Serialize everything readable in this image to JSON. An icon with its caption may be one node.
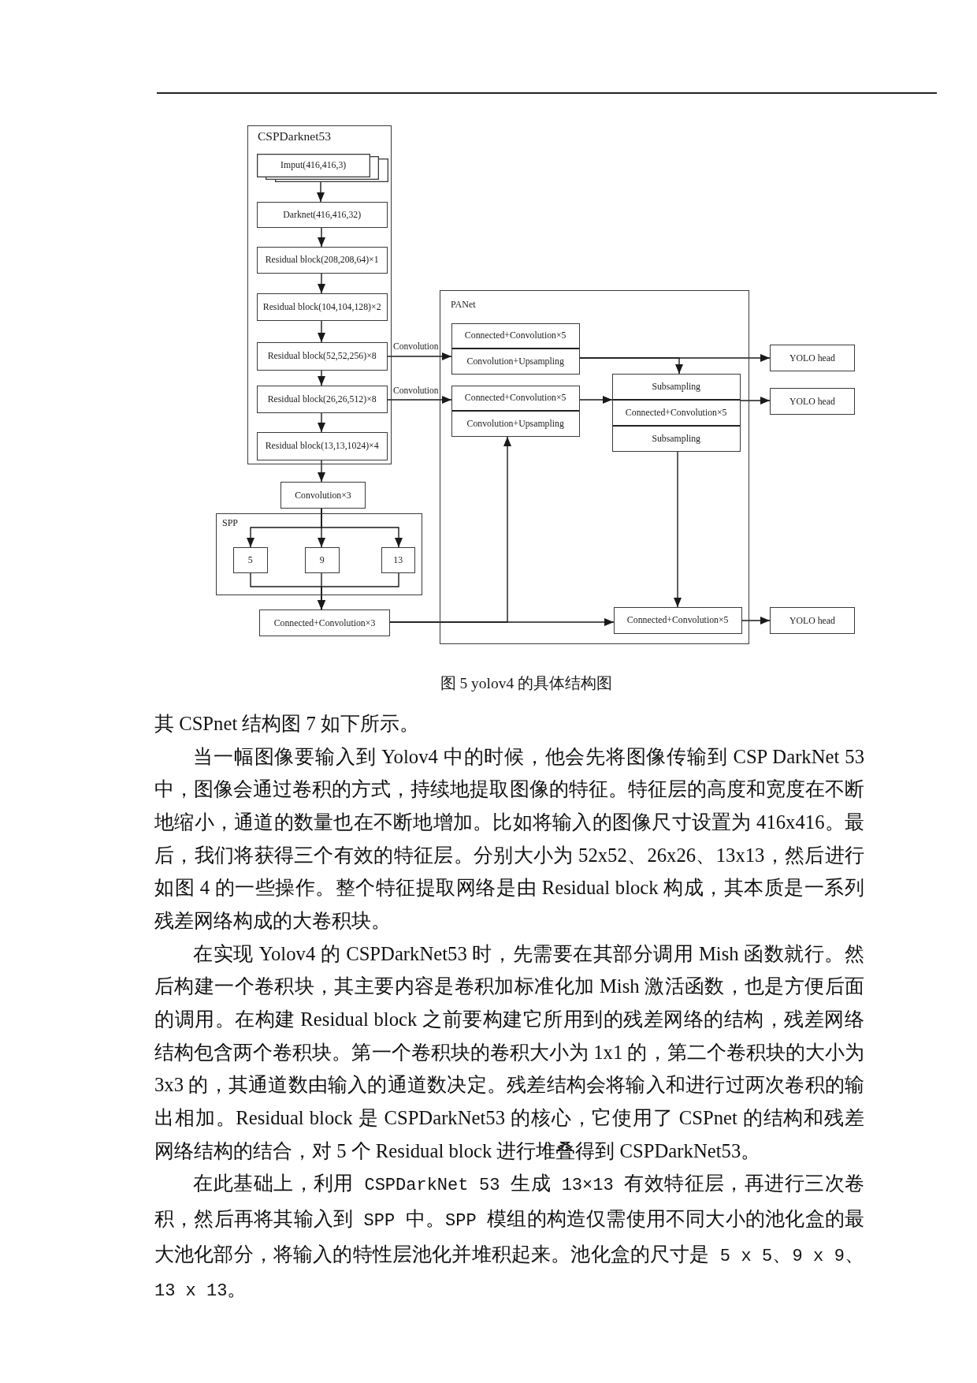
{
  "diagram": {
    "caption": "图 5 yolov4 的具体结构图",
    "nodes": [
      {
        "text": [
          "CSPDarknet53"
        ]
      },
      {
        "text": [
          "Imput(416,416,3)"
        ],
        "in": 0
      },
      {
        "text": [
          "Darknet(416,416,32)"
        ],
        "in": 0
      },
      {
        "text": [
          "Residual block(208,208,64)×1"
        ],
        "in": 0
      },
      {
        "text": [
          "Residual block(104,104,128)×2"
        ],
        "in": 0
      },
      {
        "text": [
          "Residual block(52,52,256)×8"
        ],
        "in": 0
      },
      {
        "text": [
          "Residual block(26,26,512)×8"
        ],
        "in": 0
      },
      {
        "text": [
          "Residual block(13,13,1024)×4"
        ],
        "in": 0
      },
      {
        "text": [
          "Convolution×3"
        ]
      },
      {
        "text": [
          "SPP"
        ]
      },
      {
        "text": [
          "5"
        ],
        "in": 9
      },
      {
        "text": [
          "9"
        ],
        "in": 9
      },
      {
        "text": [
          "13"
        ],
        "in": 9
      },
      {
        "text": [
          "Connected+Convolution×3"
        ]
      },
      {
        "text": [
          "PANet"
        ]
      },
      {
        "text": [
          "Connected+Convolution×5",
          "Convolution+Upsampling"
        ],
        "in": 14
      },
      {
        "text": [
          "Connected+Convolution×5",
          "Convolution+Upsampling"
        ],
        "in": 14
      },
      {
        "text": [
          "Subsampling",
          "Connected+Convolution×5",
          "Subsampling"
        ],
        "in": 14
      },
      {
        "text": [
          "Connected+Convolution×5"
        ],
        "in": 14
      },
      {
        "text": [
          "YOLO head"
        ]
      },
      {
        "text": [
          "YOLO head"
        ]
      },
      {
        "text": [
          "YOLO head"
        ]
      }
    ],
    "edges": [
      {
        "from": 1,
        "to": 2,
        "arrow": "to"
      },
      {
        "from": 2,
        "to": 3,
        "arrow": "to"
      },
      {
        "from": 3,
        "to": 4,
        "arrow": "to"
      },
      {
        "from": 4,
        "to": 5,
        "arrow": "to"
      },
      {
        "from": 5,
        "to": 6,
        "arrow": "to"
      },
      {
        "from": 6,
        "to": 7,
        "arrow": "to"
      },
      {
        "from": 7,
        "to": 8,
        "arrow": "to"
      },
      {
        "from": 5,
        "to": 15,
        "arrow": "to",
        "label": "Convolution"
      },
      {
        "from": 6,
        "to": 16,
        "arrow": "to",
        "label": "Convolution"
      },
      {
        "from": 8,
        "to": 10,
        "arrow": "to"
      },
      {
        "from": 8,
        "to": 11,
        "arrow": "to"
      },
      {
        "from": 8,
        "to": 12,
        "arrow": "to"
      },
      {
        "from": 10,
        "to": 13,
        "arrow": "to"
      },
      {
        "from": 11,
        "to": 13,
        "arrow": "to"
      },
      {
        "from": 12,
        "to": 13,
        "arrow": "to"
      },
      {
        "from": 13,
        "to": 16,
        "arrow": "to"
      },
      {
        "from": 13,
        "to": 18,
        "arrow": "to"
      },
      {
        "from": 15,
        "to": 19,
        "arrow": "to"
      },
      {
        "from": 15,
        "to": 17,
        "arrow": "to"
      },
      {
        "from": 16,
        "to": 17,
        "arrow": "to"
      },
      {
        "from": 17,
        "to": 20,
        "arrow": "to"
      },
      {
        "from": 17,
        "to": 18,
        "arrow": "to"
      },
      {
        "from": 18,
        "to": 21,
        "arrow": "to"
      }
    ],
    "labels": [
      "其 CSPnet 结构图 7 如下所示。",
      "当一幅图像要输入到 Yolov4 中的时候，他会先将图像传输到 CSP DarkNet 53 中，图像会通过卷积的方式，持续地提取图像的特征。特征层的高度和宽度在不断地缩小，通道的数量也在不断地增加。比如将输入的图像尺寸设置为 416x416。最后，我们将获得三个有效的特征层。分别大小为 52x52、26x26、13x13，然后进行如图 4 的一些操作。整个特征提取网络是由 Residual block 构成，其本质是一系列残差网络构成的大卷积块。",
      "在实现 Yolov4 的 CSPDarkNet53 时，先需要在其部分调用 Mish 函数就行。然后构建一个卷积块，其主要内容是卷积加标准化加 Mish 激活函数，也是方便后面的调用。在构建 Residual block 之前要构建它所用到的残差网络的结构，残差网络结构包含两个卷积块。第一个卷积块的卷积大小为 1x1 的，第二个卷积块的大小为 3x3 的，其通道数由输入的通道数决定。残差结构会将输入和进行过两次卷积的输出相加。Residual block 是 CSPDarkNet53 的核心，它使用了 CSPnet 的结构和残差网络结构的结合，对 5 个 Residual block 进行堆叠得到 CSPDarkNet53。",
      "在此基础上，利用 CSPDarkNet 53 生成 13×13 有效特征层，再进行三次卷积，然后再将其输入到 SPP 中。SPP 模组的构造仅需使用不同大小的池化盒的最大池化部分，将输入的特性层池化并堆积起来。池化盒的尺寸是 5 x 5、9 x 9、13 x 13。"
    ]
  }
}
